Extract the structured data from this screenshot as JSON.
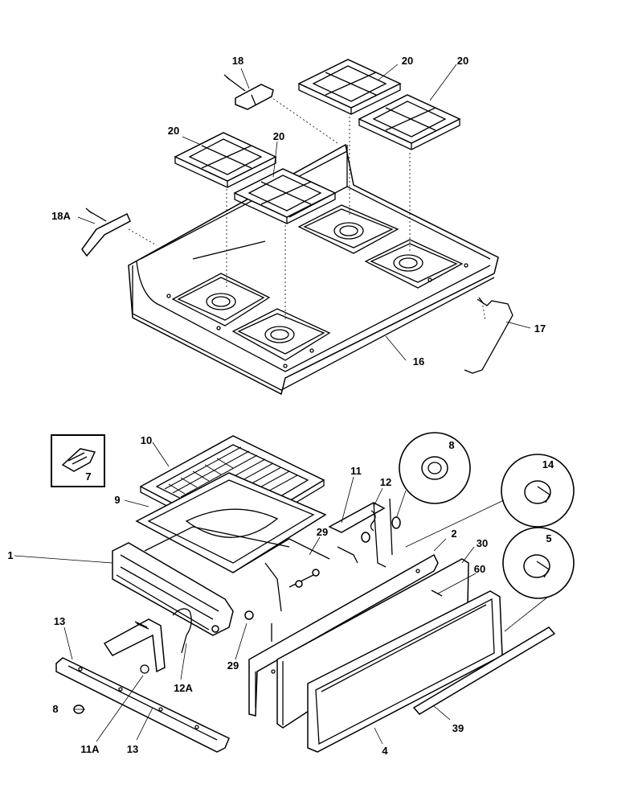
{
  "diagram": {
    "labels": {
      "l18": "18",
      "l20a": "20",
      "l20b": "20",
      "l20c": "20",
      "l20d": "20",
      "l18a": "18A",
      "l17": "17",
      "l16": "16",
      "l10": "10",
      "l7": "7",
      "l8a": "8",
      "l14": "14",
      "l5": "5",
      "l11": "11",
      "l12": "12",
      "l9": "9",
      "l29a": "29",
      "l2": "2",
      "l30": "30",
      "l60": "60",
      "l1": "1",
      "l13a": "13",
      "l29b": "29",
      "l12a": "12A",
      "l8b": "8",
      "l11a": "11A",
      "l13b": "13",
      "l39": "39",
      "l4": "4"
    }
  }
}
